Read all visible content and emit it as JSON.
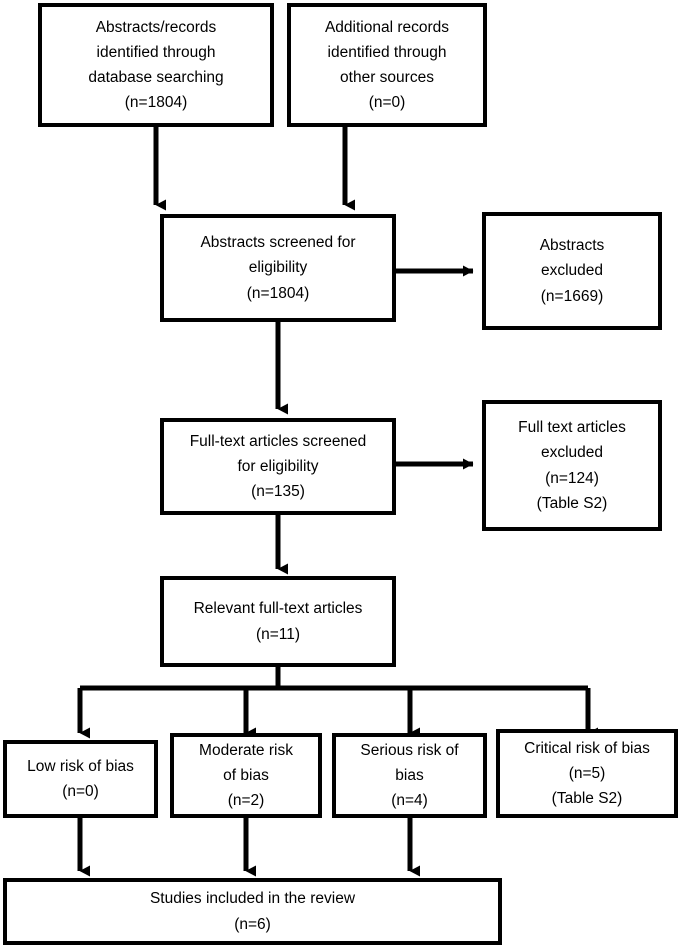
{
  "diagram": {
    "title": "PRISMA study selection flow diagram",
    "stroke_color": "#000000",
    "box_fill": "#ffffff",
    "nodes": [
      {
        "id": "db-search",
        "name": "records-identified-database",
        "lines": [
          "Abstracts/records",
          "identified through",
          "database searching",
          "(n=1804)"
        ]
      },
      {
        "id": "other-sources",
        "name": "records-identified-other-sources",
        "lines": [
          "Additional records",
          "identified through",
          "other sources",
          "(n=0)"
        ]
      },
      {
        "id": "abstracts-screened",
        "name": "abstracts-screened",
        "lines": [
          "Abstracts screened for",
          "eligibility",
          "(n=1804)"
        ]
      },
      {
        "id": "abstracts-excluded",
        "name": "abstracts-excluded",
        "lines": [
          "Abstracts",
          "excluded",
          "(n=1669)"
        ]
      },
      {
        "id": "fulltext-screened",
        "name": "fulltext-articles-screened",
        "lines": [
          "Full-text articles screened",
          "for eligibility",
          "(n=135)"
        ]
      },
      {
        "id": "fulltext-excluded",
        "name": "fulltext-articles-excluded",
        "lines": [
          "Full text articles",
          "excluded",
          "(n=124)",
          "(Table S2)"
        ]
      },
      {
        "id": "relevant-fulltext",
        "name": "relevant-fulltext-articles",
        "lines": [
          "Relevant full-text articles",
          "(n=11)"
        ]
      },
      {
        "id": "low-risk",
        "name": "low-risk-of-bias",
        "lines": [
          "Low risk of bias",
          "(n=0)"
        ]
      },
      {
        "id": "moderate-risk",
        "name": "moderate-risk-of-bias",
        "lines": [
          "Moderate risk",
          "of bias",
          "(n=2)"
        ]
      },
      {
        "id": "serious-risk",
        "name": "serious-risk-of-bias",
        "lines": [
          "Serious risk of",
          "bias",
          "(n=4)"
        ]
      },
      {
        "id": "critical-risk",
        "name": "critical-risk-of-bias",
        "lines": [
          "Critical risk of bias",
          "(n=5)",
          "(Table S2)"
        ]
      },
      {
        "id": "studies-included",
        "name": "studies-included-in-review",
        "lines": [
          "Studies included in the review",
          "(n=6)"
        ]
      }
    ]
  }
}
